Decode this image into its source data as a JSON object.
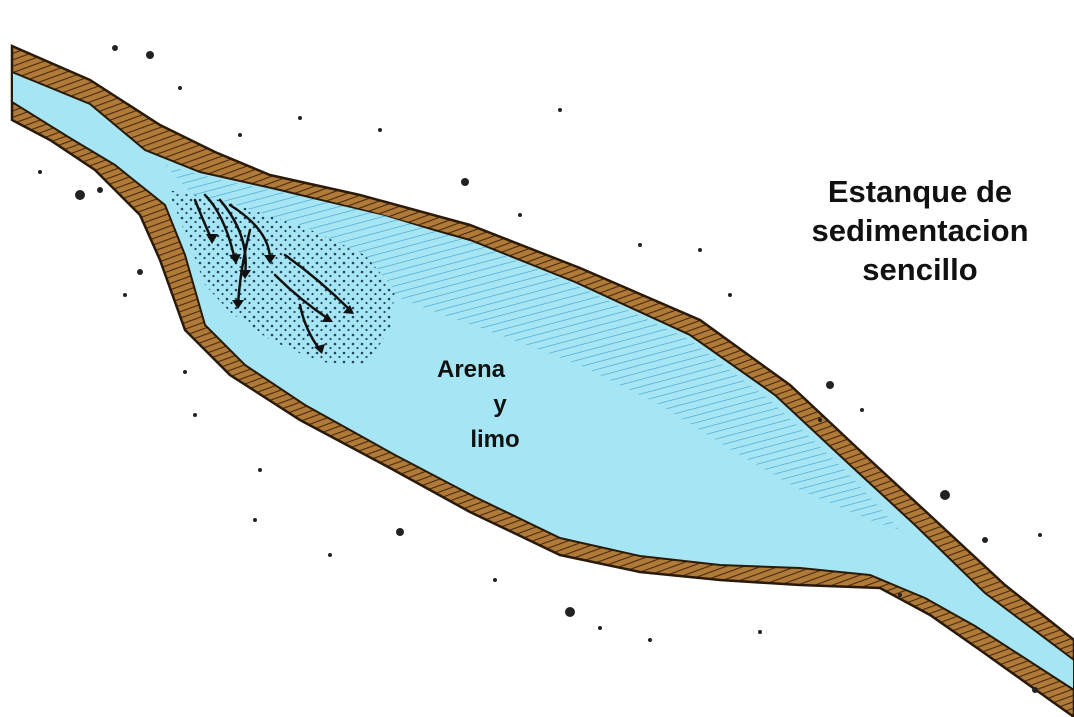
{
  "title": {
    "line1": "Estanque de",
    "line2": "sedimentacion",
    "line3": "sencillo"
  },
  "sediment_label": {
    "line1": "Arena",
    "line2": "y",
    "line3": "limo"
  },
  "colors": {
    "water": "#a6e6f4",
    "water_lines": "#3d9fd0",
    "bank": "#b07a38",
    "bank_dark": "#4a2a10",
    "bank_outline": "#2a1a0a",
    "sediment_dots": "#1c3a5a",
    "ground_specks": "#222222"
  }
}
